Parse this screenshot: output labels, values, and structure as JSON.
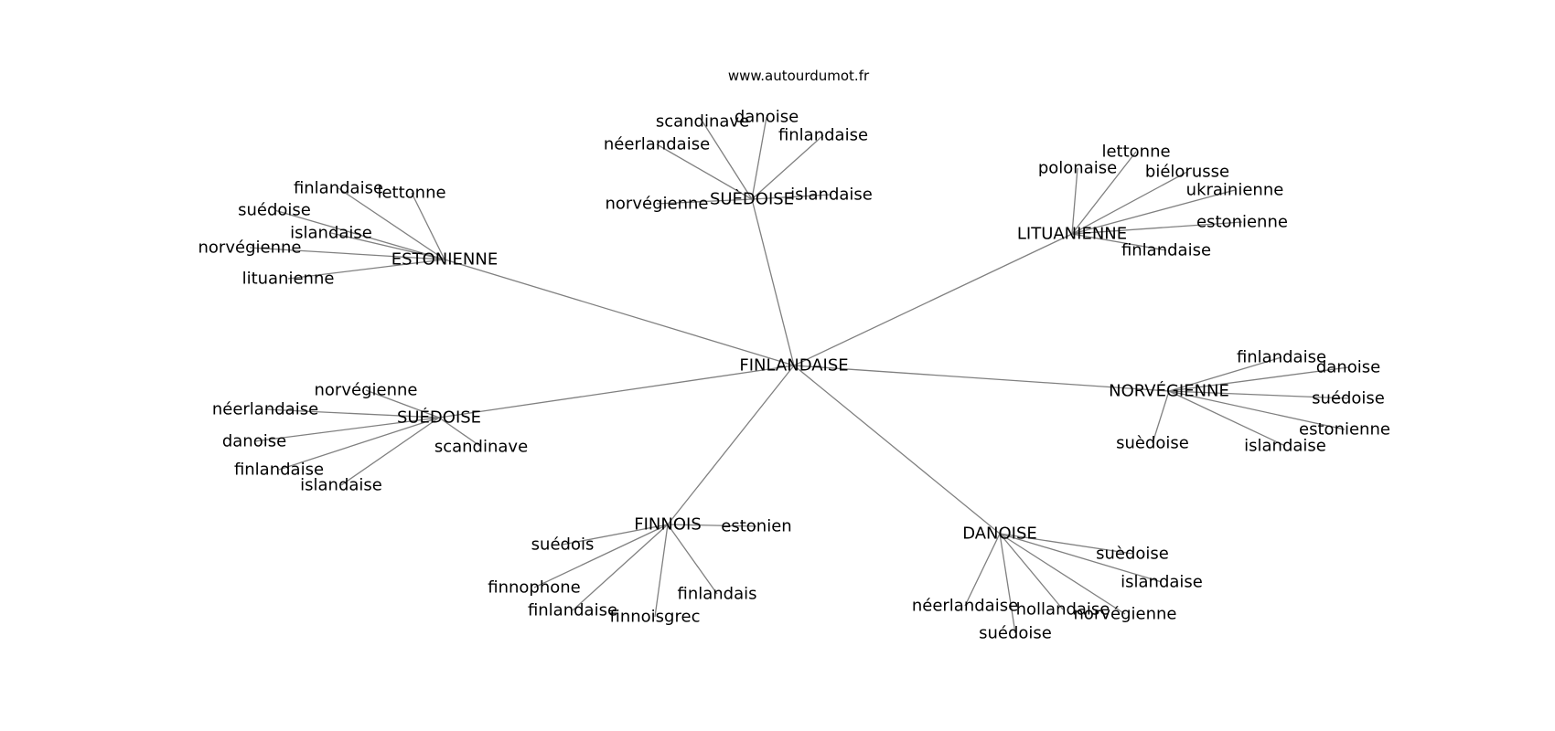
{
  "source": "www.autourdumot.fr",
  "center": "FINLANDAISE",
  "clusters": [
    {
      "id": "suedoise-top",
      "label": "SUÈDOISE",
      "leaves": [
        "scandinave",
        "danoise",
        "néerlandaise",
        "finlandaise",
        "norvégienne",
        "islandaise"
      ]
    },
    {
      "id": "estonienne",
      "label": "ESTONIENNE",
      "leaves": [
        "finlandaise",
        "lettonne",
        "suédoise",
        "islandaise",
        "norvégienne",
        "lituanienne"
      ]
    },
    {
      "id": "lituanienne",
      "label": "LITUANIENNE",
      "leaves": [
        "lettonne",
        "polonaise",
        "biélorusse",
        "ukrainienne",
        "estonienne",
        "finlandaise"
      ]
    },
    {
      "id": "norvegienne",
      "label": "NORVÉGIENNE",
      "leaves": [
        "finlandaise",
        "danoise",
        "suédoise",
        "estonienne",
        "suèdoise",
        "islandaise"
      ]
    },
    {
      "id": "suedoise-left",
      "label": "SUÉDOISE",
      "leaves": [
        "norvégienne",
        "néerlandaise",
        "danoise",
        "finlandaise",
        "islandaise",
        "scandinave"
      ]
    },
    {
      "id": "finnois",
      "label": "FINNOIS",
      "leaves": [
        "estonien",
        "suédois",
        "finnophone",
        "finlandaise",
        "finnoisgrec",
        "finlandais"
      ]
    },
    {
      "id": "danoise",
      "label": "DANOISE",
      "leaves": [
        "suèdoise",
        "islandaise",
        "néerlandaise",
        "hollandaise",
        "norvégienne",
        "suédoise"
      ]
    }
  ]
}
